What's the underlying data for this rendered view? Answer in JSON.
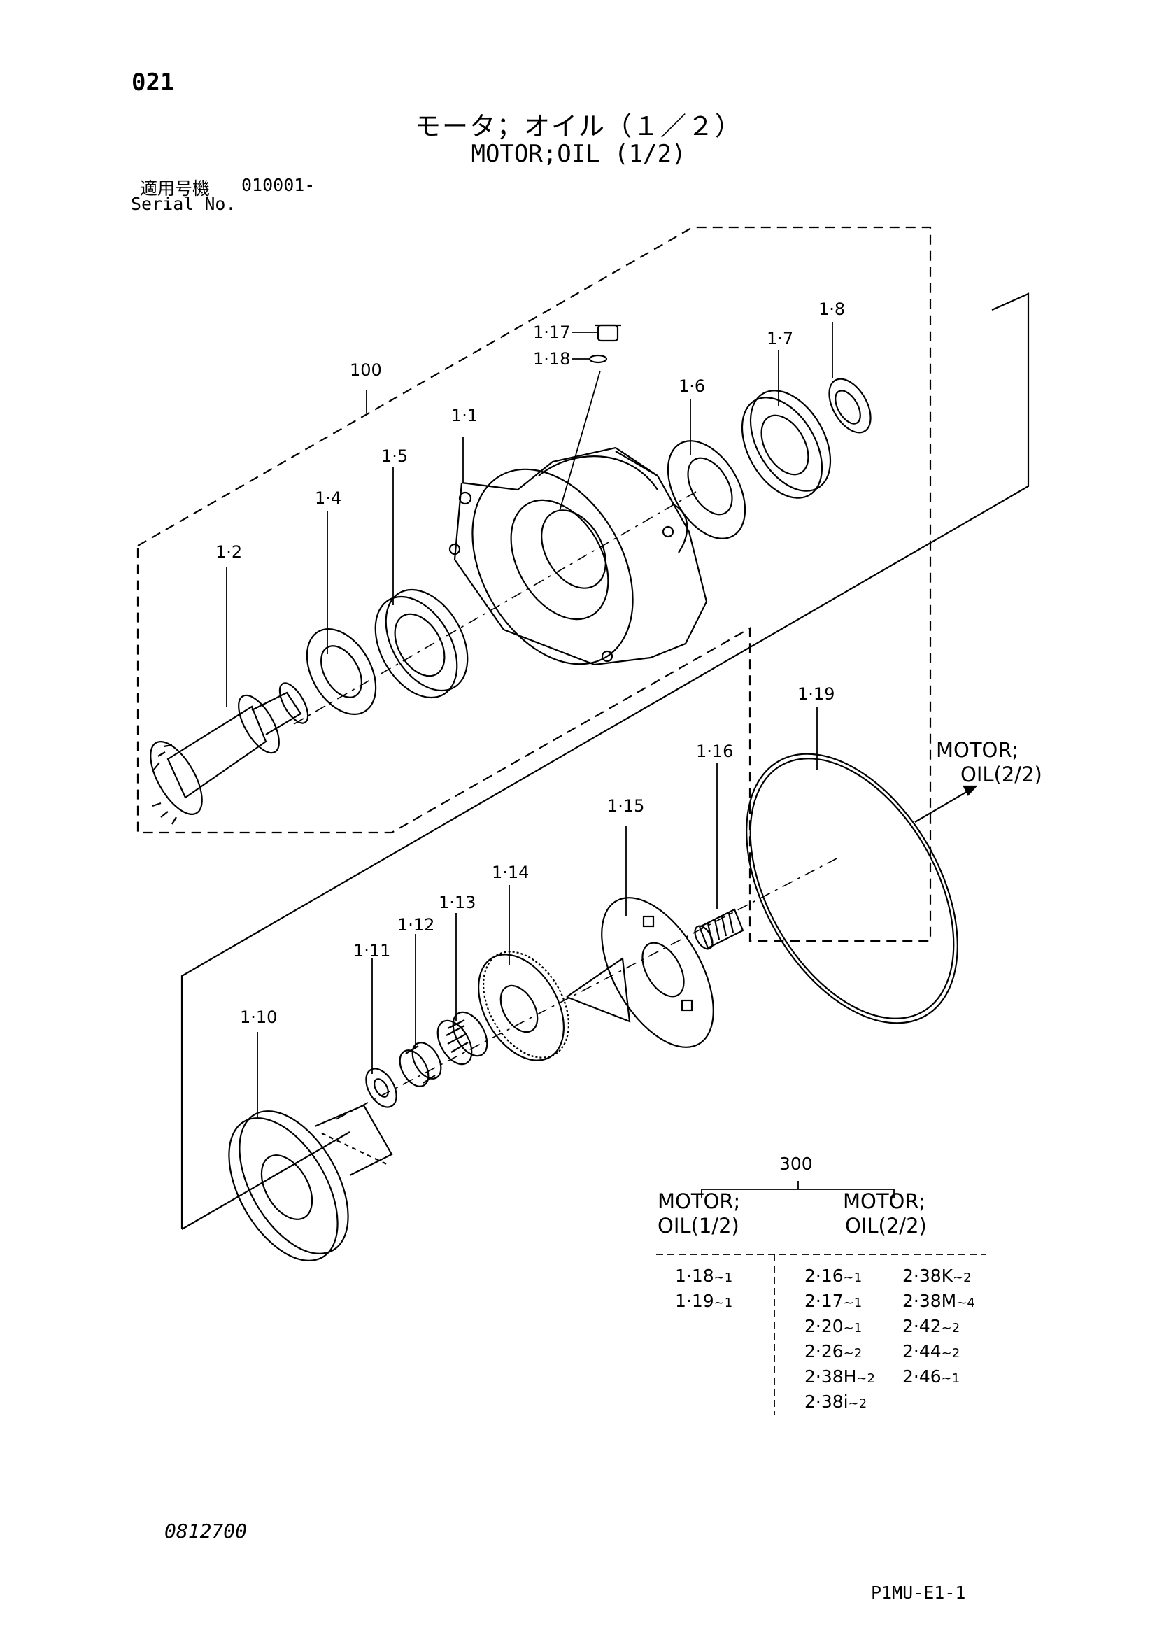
{
  "page": {
    "number": "021",
    "title_jp": "モータ；オイル（１／２）",
    "title_en": "MOTOR;OIL (1/2)",
    "serial_label_jp": "適用号機",
    "serial_value": "010001-",
    "serial_label_en": "Serial No.",
    "footer_code": "0812700",
    "footer_ref": "P1MU-E1-1"
  },
  "callouts": {
    "a100": "100",
    "p1_1": "1·1",
    "p1_2": "1·2",
    "p1_4": "1·4",
    "p1_5": "1·5",
    "p1_6": "1·6",
    "p1_7": "1·7",
    "p1_8": "1·8",
    "p1_10": "1·10",
    "p1_11": "1·11",
    "p1_12": "1·12",
    "p1_13": "1·13",
    "p1_14": "1·14",
    "p1_15": "1·15",
    "p1_16": "1·16",
    "p1_17": "1·17",
    "p1_18": "1·18",
    "p1_19": "1·19"
  },
  "arrow_ref": {
    "line1": "MOTOR;",
    "line2": "OIL(2/2)"
  },
  "kit_table": {
    "number": "300",
    "col1_line1": "MOTOR;",
    "col1_line2": "OIL(1/2)",
    "col2_line1": "MOTOR;",
    "col2_line2": "OIL(2/2)",
    "col1_items": [
      {
        "part": "1·18",
        "qty": "~1"
      },
      {
        "part": "1·19",
        "qty": "~1"
      }
    ],
    "col2a_items": [
      {
        "part": "2·16",
        "qty": "~1"
      },
      {
        "part": "2·17",
        "qty": "~1"
      },
      {
        "part": "2·20",
        "qty": "~1"
      },
      {
        "part": "2·26",
        "qty": "~2"
      },
      {
        "part": "2·38H",
        "qty": "~2"
      },
      {
        "part": "2·38i",
        "qty": "~2"
      }
    ],
    "col2b_items": [
      {
        "part": "2·38K",
        "qty": "~2"
      },
      {
        "part": "2·38M",
        "qty": "~4"
      },
      {
        "part": "2·42",
        "qty": "~2"
      },
      {
        "part": "2·44",
        "qty": "~2"
      },
      {
        "part": "2·46",
        "qty": "~1"
      }
    ]
  }
}
